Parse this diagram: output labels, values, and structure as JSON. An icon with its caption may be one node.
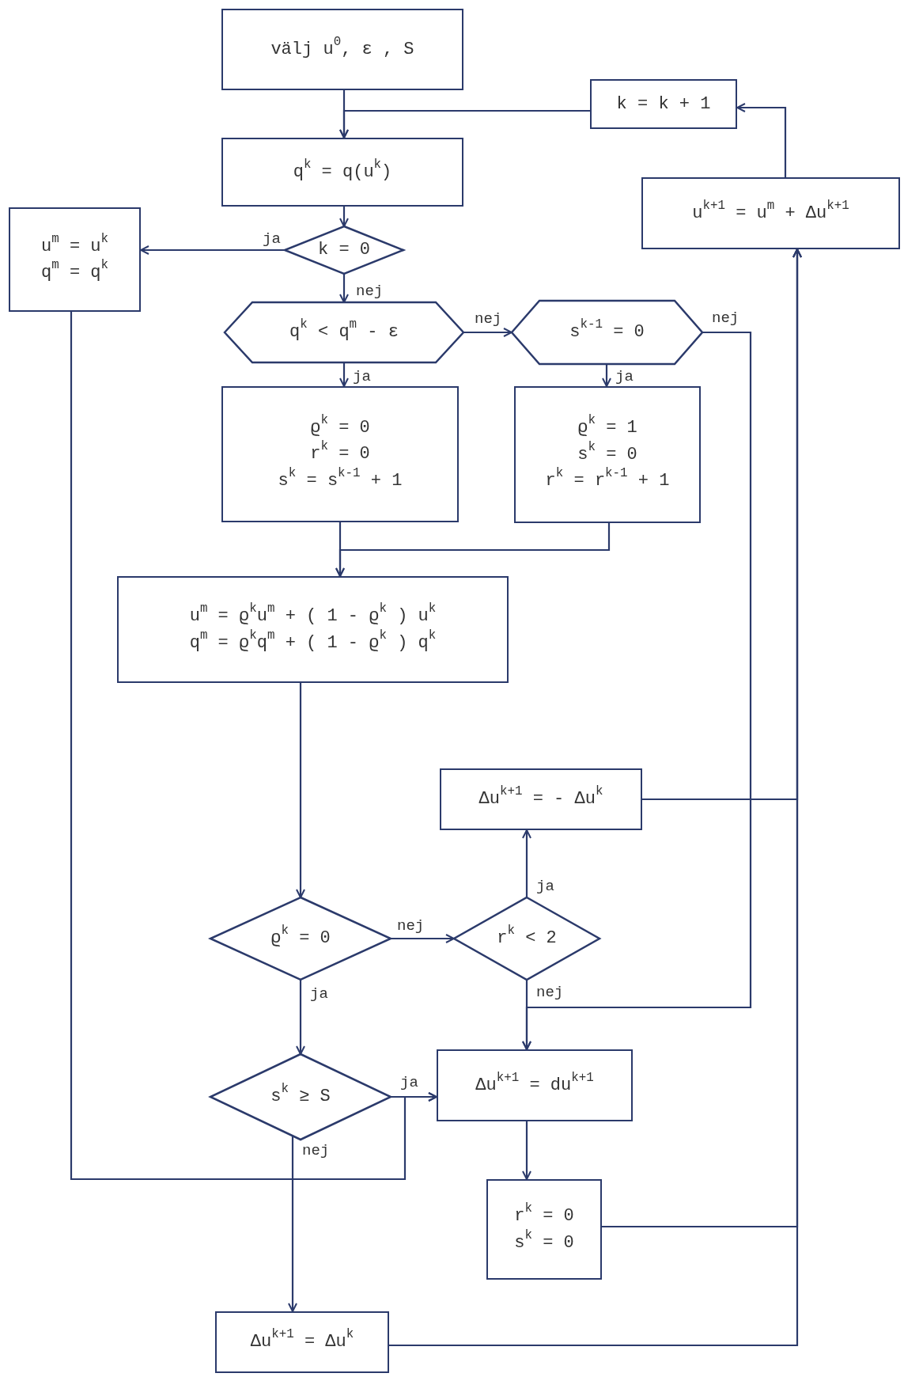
{
  "diagram": {
    "nodes": [
      {
        "text": [
          "välj u$^{0}$, ε , S"
        ]
      },
      {
        "text": [
          "k = k + 1"
        ]
      },
      {
        "text": [
          "q$^{k}$ = q(u$^{k}$)"
        ]
      },
      {
        "text": [
          "u$^{m}$ = u$^{k}$",
          "q$^{m}$ = q$^{k}$"
        ]
      },
      {
        "text": [
          "u$^{k+1}$ = u$^{m}$ + Δu$^{k+1}$"
        ]
      },
      {
        "text": [
          "k = 0"
        ]
      },
      {
        "text": [
          "q$^{k}$ < q$^{m}$ - ε"
        ]
      },
      {
        "text": [
          "s$^{k-1}$ = 0"
        ]
      },
      {
        "text": [
          "ϱ$^{k}$ = 0",
          "r$^{k}$ = 0",
          "s$^{k}$ = s$^{k-1}$ + 1"
        ]
      },
      {
        "text": [
          "ϱ$^{k}$ = 1",
          "s$^{k}$ = 0",
          "r$^{k}$ = r$^{k-1}$ + 1"
        ]
      },
      {
        "text": [
          "u$^{m}$ = ϱ$^{k}$u$^{m}$ + ( 1 - ϱ$^{k}$ ) u$^{k}$",
          "q$^{m}$ = ϱ$^{k}$q$^{m}$ + ( 1 - ϱ$^{k}$ ) q$^{k}$"
        ]
      },
      {
        "text": [
          "Δu$^{k+1}$ = - Δu$^{k}$"
        ]
      },
      {
        "text": [
          "ϱ$^{k}$ = 0"
        ]
      },
      {
        "text": [
          "r$^{k}$ < 2"
        ]
      },
      {
        "text": [
          "Δu$^{k+1}$ = du$^{k+1}$"
        ]
      },
      {
        "text": [
          "s$^{k}$ ≥ S"
        ]
      },
      {
        "text": [
          "r$^{k}$ = 0",
          "s$^{k}$ = 0"
        ]
      },
      {
        "text": [
          "Δu$^{k+1}$ = Δu$^{k}$"
        ]
      }
    ],
    "edges": [
      {
        "from": 0,
        "to": 2,
        "arrow": "to"
      },
      {
        "from": 1,
        "to": 2,
        "arrow": "to"
      },
      {
        "from": 4,
        "to": 1,
        "arrow": "to"
      },
      {
        "from": 2,
        "to": 5,
        "arrow": "to"
      },
      {
        "from": 5,
        "to": 3,
        "arrow": "to",
        "label": "ja"
      },
      {
        "from": 5,
        "to": 6,
        "arrow": "to",
        "label": "nej"
      },
      {
        "from": 6,
        "to": 7,
        "arrow": "to",
        "label": "nej"
      },
      {
        "from": 6,
        "to": 8,
        "arrow": "to",
        "label": "ja"
      },
      {
        "from": 7,
        "to": 9,
        "arrow": "to",
        "label": "ja"
      },
      {
        "from": 7,
        "to": 14,
        "arrow": "to",
        "label": "nej"
      },
      {
        "from": 8,
        "to": 10,
        "arrow": "to"
      },
      {
        "from": 9,
        "to": 10,
        "arrow": "to"
      },
      {
        "from": 10,
        "to": 12,
        "arrow": "to"
      },
      {
        "from": 12,
        "to": 13,
        "arrow": "to",
        "label": "nej"
      },
      {
        "from": 13,
        "to": 11,
        "arrow": "to",
        "label": "ja"
      },
      {
        "from": 13,
        "to": 14,
        "arrow": "to",
        "label": "nej"
      },
      {
        "from": 12,
        "to": 15,
        "arrow": "to",
        "label": "ja"
      },
      {
        "from": 15,
        "to": 14,
        "arrow": "to",
        "label": "ja"
      },
      {
        "from": 3,
        "to": 14,
        "arrow": "to"
      },
      {
        "from": 15,
        "to": 17,
        "arrow": "to",
        "label": "nej"
      },
      {
        "from": 14,
        "to": 16,
        "arrow": "to"
      },
      {
        "from": 11,
        "to": 4,
        "arrow": "to"
      },
      {
        "from": 16,
        "to": 4,
        "arrow": "to"
      },
      {
        "from": 17,
        "to": 4,
        "arrow": "to"
      }
    ]
  }
}
